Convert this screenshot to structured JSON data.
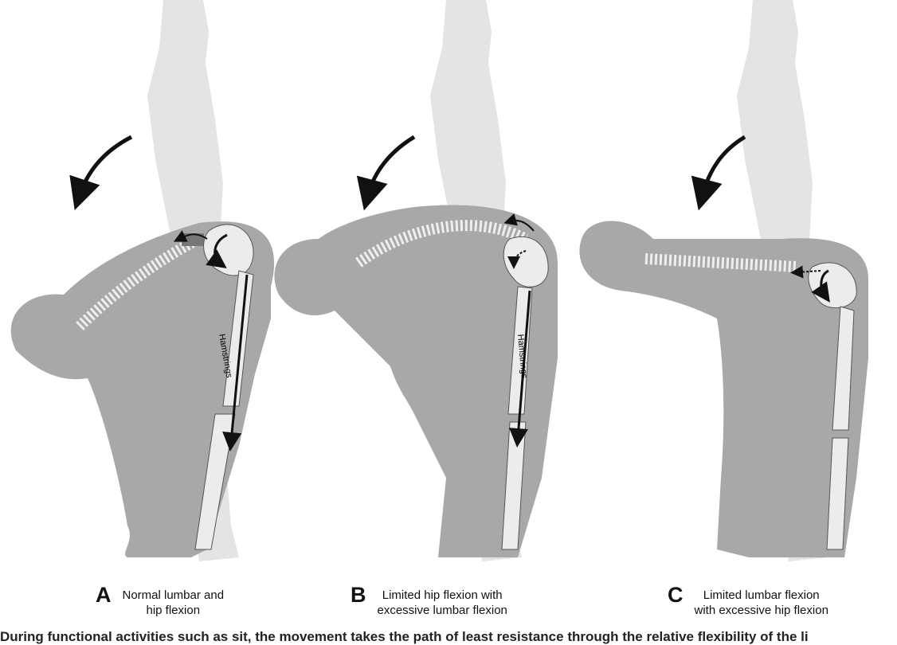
{
  "panels": [
    {
      "letter": "A",
      "caption": "Normal lumbar and hip flexion",
      "line1": "Normal lumbar and",
      "line2": "hip flexion",
      "muscle_label": "Hamstrings"
    },
    {
      "letter": "B",
      "caption": "Limited hip flexion with excessive lumbar flexion",
      "line1": "Limited hip flexion with",
      "line2": "excessive lumbar flexion",
      "muscle_label": "Hamstrings"
    },
    {
      "letter": "C",
      "caption": "Limited lumbar flexion with excessive hip flexion",
      "line1": "Limited lumbar flexion",
      "line2": "with excessive hip flexion"
    }
  ],
  "colors": {
    "standing": "#e4e4e4",
    "bent": "#a8a8a8",
    "bone": "#ececec",
    "arrow": "#111111"
  },
  "footer_text": "During functional activities such as sit, the movement takes the path of least resistance through the relative flexibility of the li"
}
